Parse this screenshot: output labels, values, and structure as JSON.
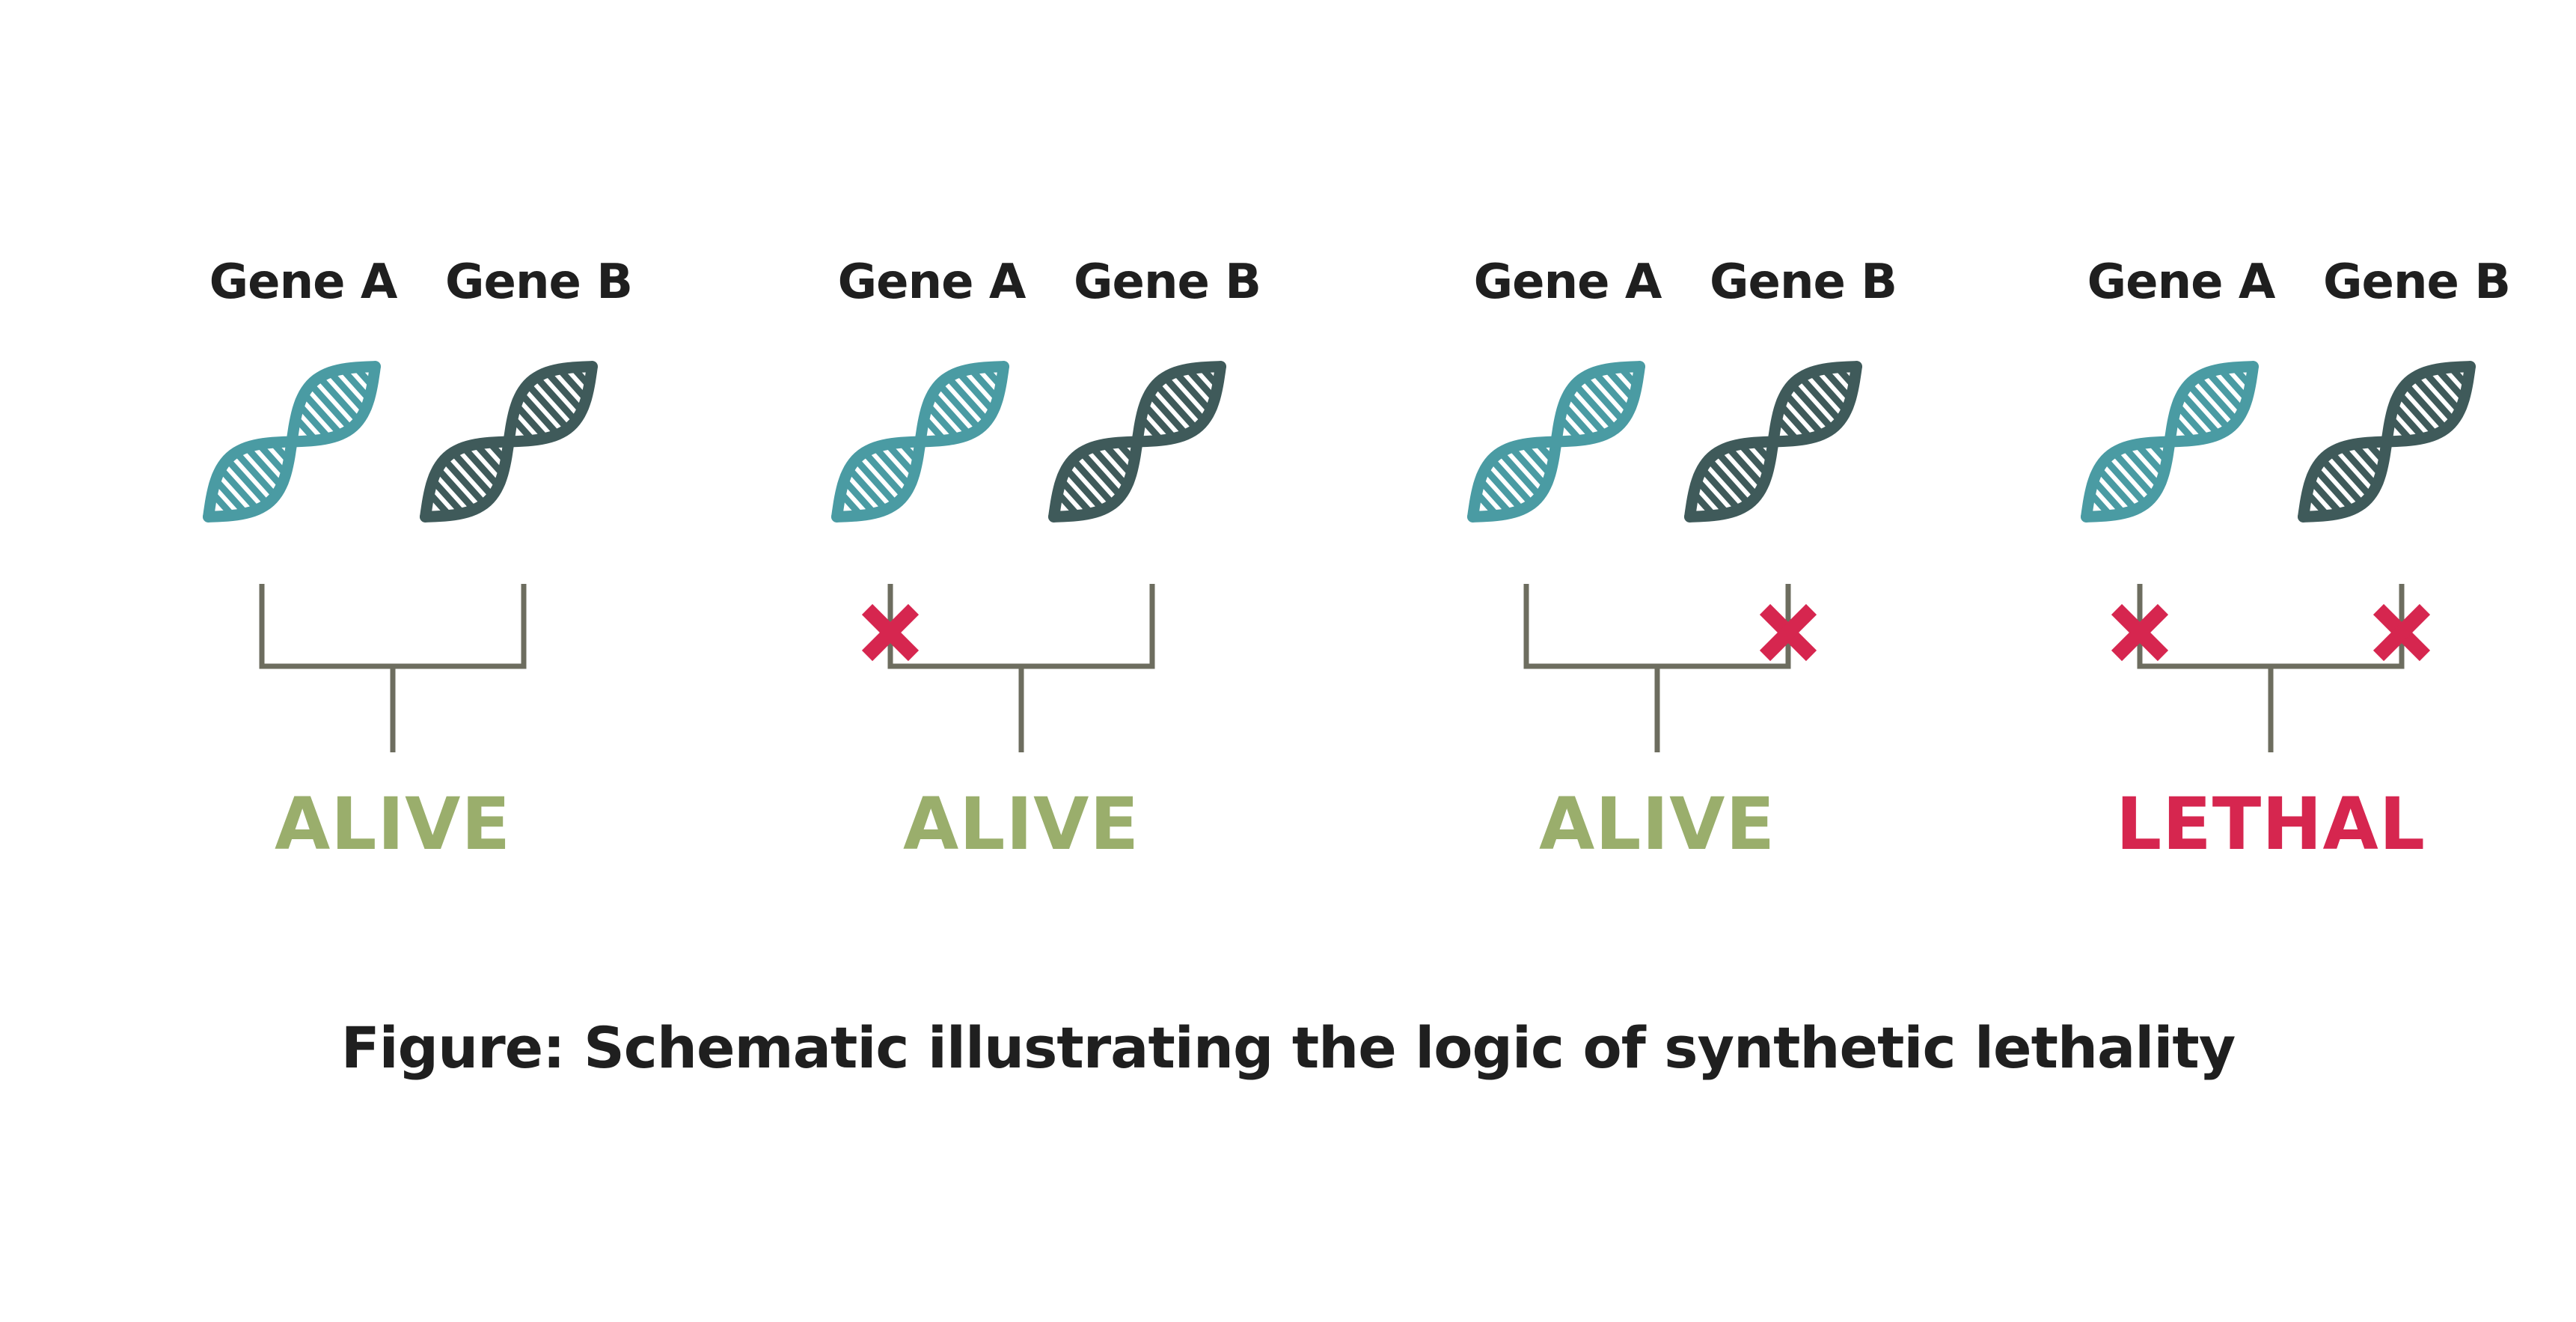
{
  "colors": {
    "gene_a": "#4a9ba3",
    "gene_b": "#3f5a5a",
    "bracket": "#6d6d5f",
    "alive": "#9aae6c",
    "lethal": "#d6264f",
    "knockout": "#d6264f",
    "text": "#1f1f1f"
  },
  "icons": {
    "gene": "dna-double-helix-icon",
    "knockout": "x-mark-icon"
  },
  "scenarios": [
    {
      "gene_a": "Gene A",
      "gene_b": "Gene B",
      "knockout_a": false,
      "knockout_b": false,
      "outcome": "ALIVE",
      "outcome_status": "alive"
    },
    {
      "gene_a": "Gene A",
      "gene_b": "Gene B",
      "knockout_a": true,
      "knockout_b": false,
      "outcome": "ALIVE",
      "outcome_status": "alive"
    },
    {
      "gene_a": "Gene A",
      "gene_b": "Gene B",
      "knockout_a": false,
      "knockout_b": true,
      "outcome": "ALIVE",
      "outcome_status": "alive"
    },
    {
      "gene_a": "Gene A",
      "gene_b": "Gene B",
      "knockout_a": true,
      "knockout_b": true,
      "outcome": "LETHAL",
      "outcome_status": "lethal"
    }
  ],
  "caption": "Figure: Schematic illustrating the logic of synthetic lethality"
}
